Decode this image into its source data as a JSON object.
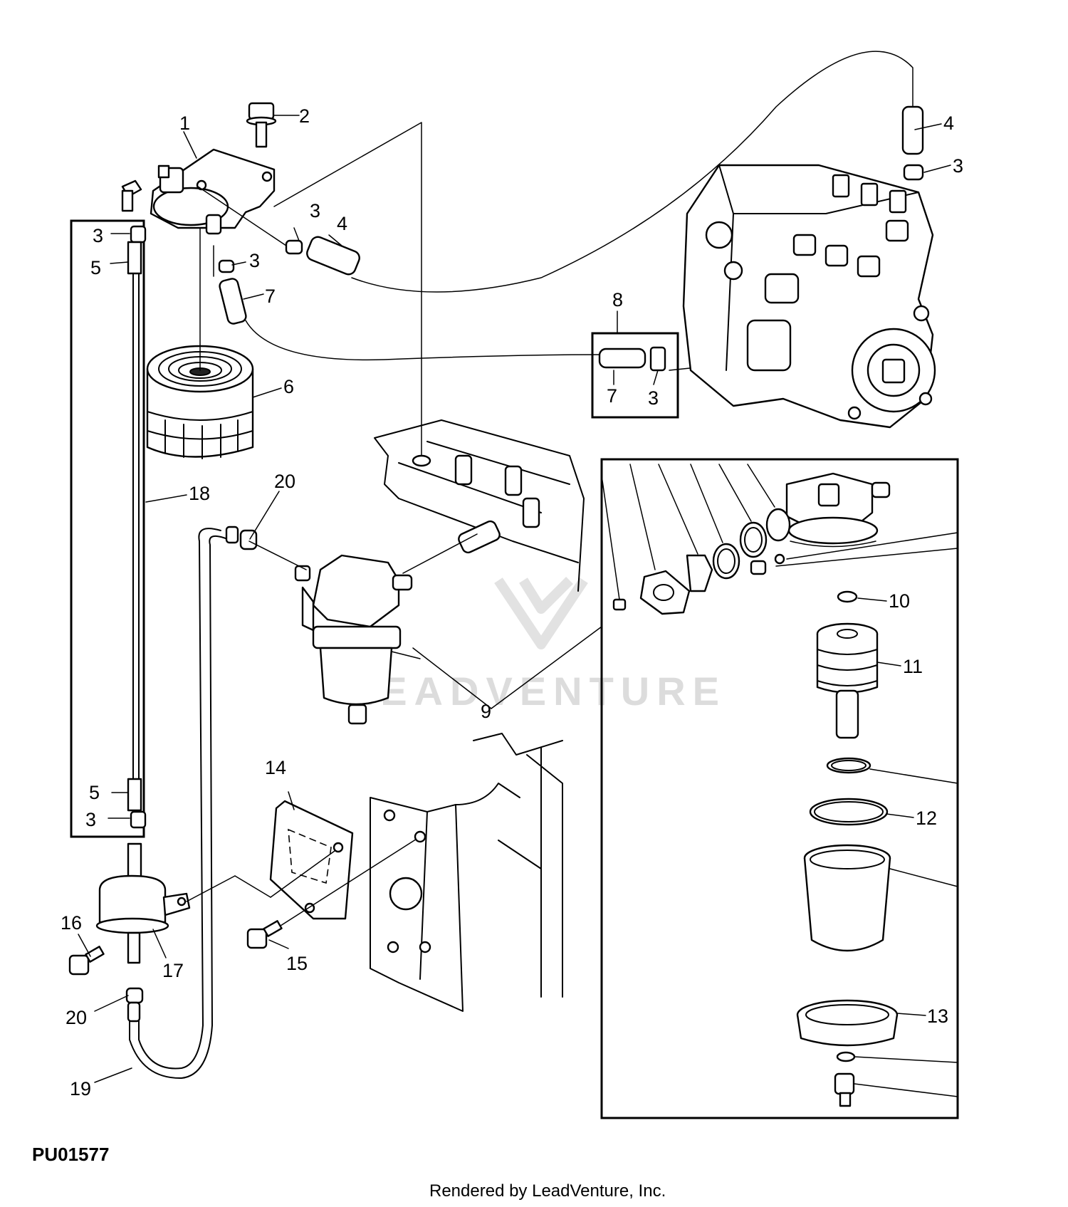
{
  "diagram": {
    "figure_id": "PU01577",
    "credit": "Rendered by LeadVenture, Inc.",
    "watermark_text": "LEADVENTURE",
    "callouts": {
      "c1": "1",
      "c2": "2",
      "c3a": "3",
      "c3b": "3",
      "c3c": "3",
      "c3d": "3",
      "c3e": "3",
      "c3f": "3",
      "c4a": "4",
      "c4b": "4",
      "c5a": "5",
      "c5b": "5",
      "c6": "6",
      "c7a": "7",
      "c7b": "7",
      "c8": "8",
      "c9": "9",
      "c10": "10",
      "c11": "11",
      "c12": "12",
      "c13": "13",
      "c14": "14",
      "c15": "15",
      "c16": "16",
      "c17": "17",
      "c18": "18",
      "c19": "19",
      "c20a": "20",
      "c20b": "20"
    }
  }
}
